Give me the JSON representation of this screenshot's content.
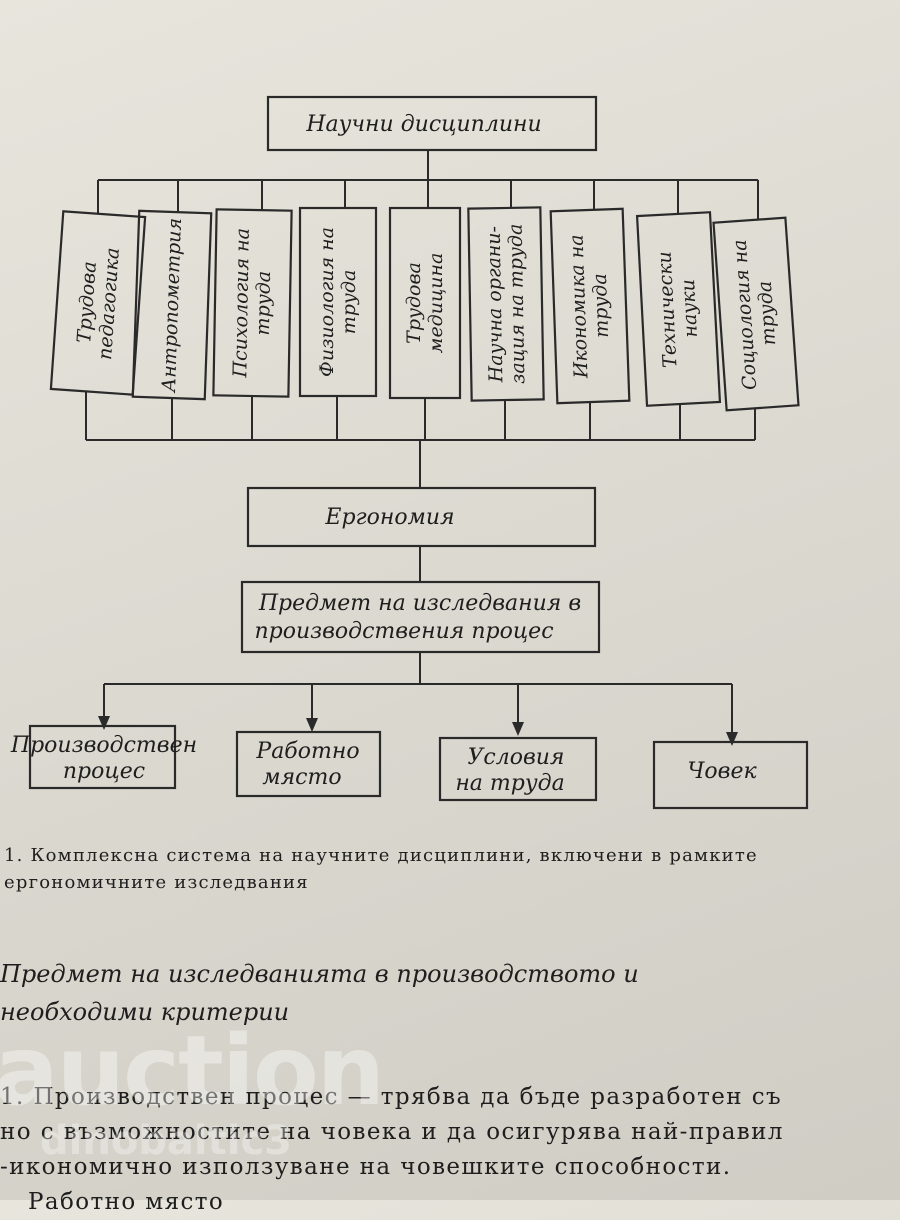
{
  "diagram": {
    "top": "Научни дисциплини",
    "disciplines": [
      {
        "lines": [
          "Трудова",
          "педагогика"
        ]
      },
      {
        "lines": [
          "Антропометрия"
        ]
      },
      {
        "lines": [
          "Психология на",
          "труда"
        ]
      },
      {
        "lines": [
          "Физиология на",
          "труда"
        ]
      },
      {
        "lines": [
          "Трудова",
          "медицина"
        ]
      },
      {
        "lines": [
          "Научна органи-",
          "зация на труда"
        ]
      },
      {
        "lines": [
          "Икономика на",
          "труда"
        ]
      },
      {
        "lines": [
          "Технически",
          "науки"
        ]
      },
      {
        "lines": [
          "Социология на",
          "труда"
        ]
      }
    ],
    "ergonomics": "Ергономия",
    "subject_lines": [
      "Предмет на изследвания в",
      "производствения процес"
    ],
    "outputs": [
      {
        "lines": [
          "Производствен",
          "процес"
        ]
      },
      {
        "lines": [
          "Работно",
          "място"
        ]
      },
      {
        "lines": [
          "Условия",
          "на труда"
        ]
      },
      {
        "lines": [
          "Човек"
        ]
      }
    ]
  },
  "caption": {
    "line1": "1. Комплексна система на научните дисциплини, включени в рамките",
    "line2": "ергономичните изследвания"
  },
  "section_heading": {
    "line1": "Предмет на изследванията в производството и",
    "line2": "необходими критерии"
  },
  "body_text": {
    "line1": "1. Производствен процес — трябва да бъде разработен съ",
    "line2": "но с възможностите на човека и да осигурява най-правил",
    "line3": "-икономично използуване на човешките способности.",
    "line4": "Работно място"
  },
  "watermark": {
    "main": "auction",
    "sub": "dinobaltic3"
  }
}
